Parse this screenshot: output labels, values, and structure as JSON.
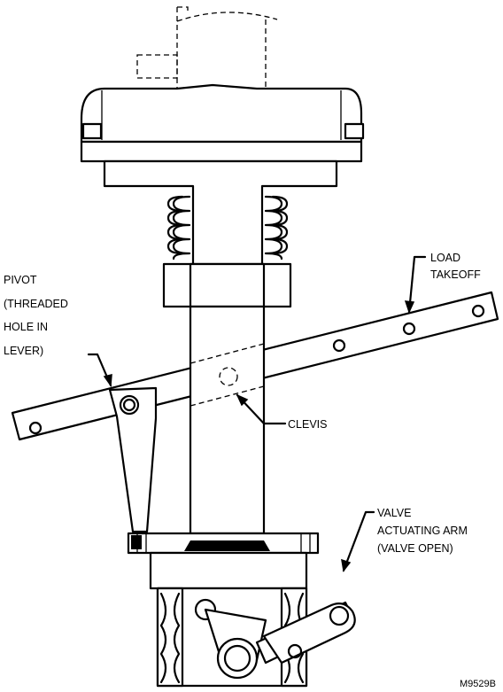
{
  "labels": {
    "pivot": [
      "PIVOT",
      "(THREADED",
      "HOLE IN",
      "LEVER)"
    ],
    "load_takeoff": [
      "LOAD",
      "TAKEOFF"
    ],
    "clevis": "CLEVIS",
    "valve_arm": [
      "VALVE",
      "ACTUATING ARM",
      "(VALVE OPEN)"
    ],
    "figure_id": "M9529B"
  }
}
